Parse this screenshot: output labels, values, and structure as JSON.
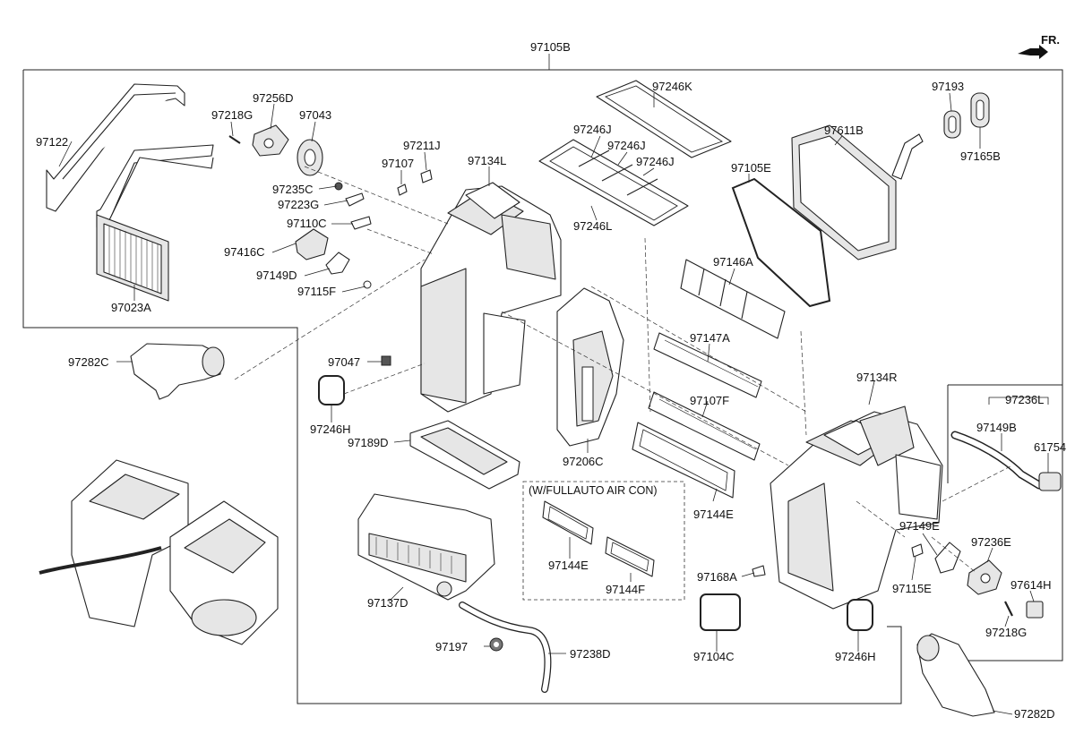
{
  "header": {
    "front_label": "FR.",
    "main_assembly": "97105B"
  },
  "group_box": {
    "title": "(W/FULLAUTO AIR CON)"
  },
  "labels": {
    "p97122": "97122",
    "p97218G_top": "97218G",
    "p97256D": "97256D",
    "p97043": "97043",
    "p97211J": "97211J",
    "p97107": "97107",
    "p97134L": "97134L",
    "p97235C": "97235C",
    "p97223G": "97223G",
    "p97110C": "97110C",
    "p97416C": "97416C",
    "p97149D": "97149D",
    "p97115F": "97115F",
    "p97023A": "97023A",
    "p97246K": "97246K",
    "p97246J_a": "97246J",
    "p97246J_b": "97246J",
    "p97246J_c": "97246J",
    "p97246L": "97246L",
    "p97193": "97193",
    "p97611B": "97611B",
    "p97165B": "97165B",
    "p97105E": "97105E",
    "p97146A": "97146A",
    "p97147A": "97147A",
    "p97282C": "97282C",
    "p97047": "97047",
    "p97246H_left": "97246H",
    "p97189D": "97189D",
    "p97206C": "97206C",
    "p97107F": "97107F",
    "p97134R": "97134R",
    "p97236L": "97236L",
    "p97149B": "97149B",
    "p61754": "61754",
    "p97144E_right": "97144E",
    "p97144E_box": "97144E",
    "p97144F_box": "97144F",
    "p97149E": "97149E",
    "p97236E": "97236E",
    "p97614H": "97614H",
    "p97218G_bottom": "97218G",
    "p97115E": "97115E",
    "p97168A": "97168A",
    "p97137D": "97137D",
    "p97197": "97197",
    "p97238D": "97238D",
    "p97104C": "97104C",
    "p97246H_right": "97246H",
    "p97282D": "97282D"
  }
}
